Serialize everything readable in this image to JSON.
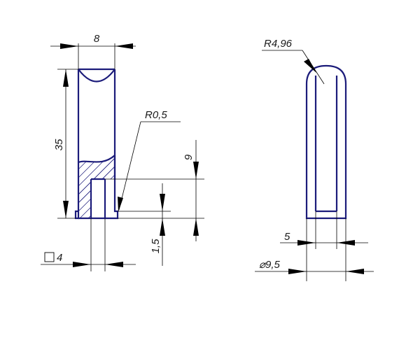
{
  "drawing": {
    "left_view": {
      "width_label": "8",
      "height_label": "35",
      "fillet_label": "R0,5",
      "slot_depth_label": "9",
      "step_label": "1,5",
      "square_label": "4"
    },
    "right_view": {
      "radius_label": "R4,96",
      "slot_width_label": "5",
      "diameter_label": "⌀9,5"
    },
    "colors": {
      "part_outline": "#1b1b7a",
      "dimension_lines": "#000000"
    }
  }
}
